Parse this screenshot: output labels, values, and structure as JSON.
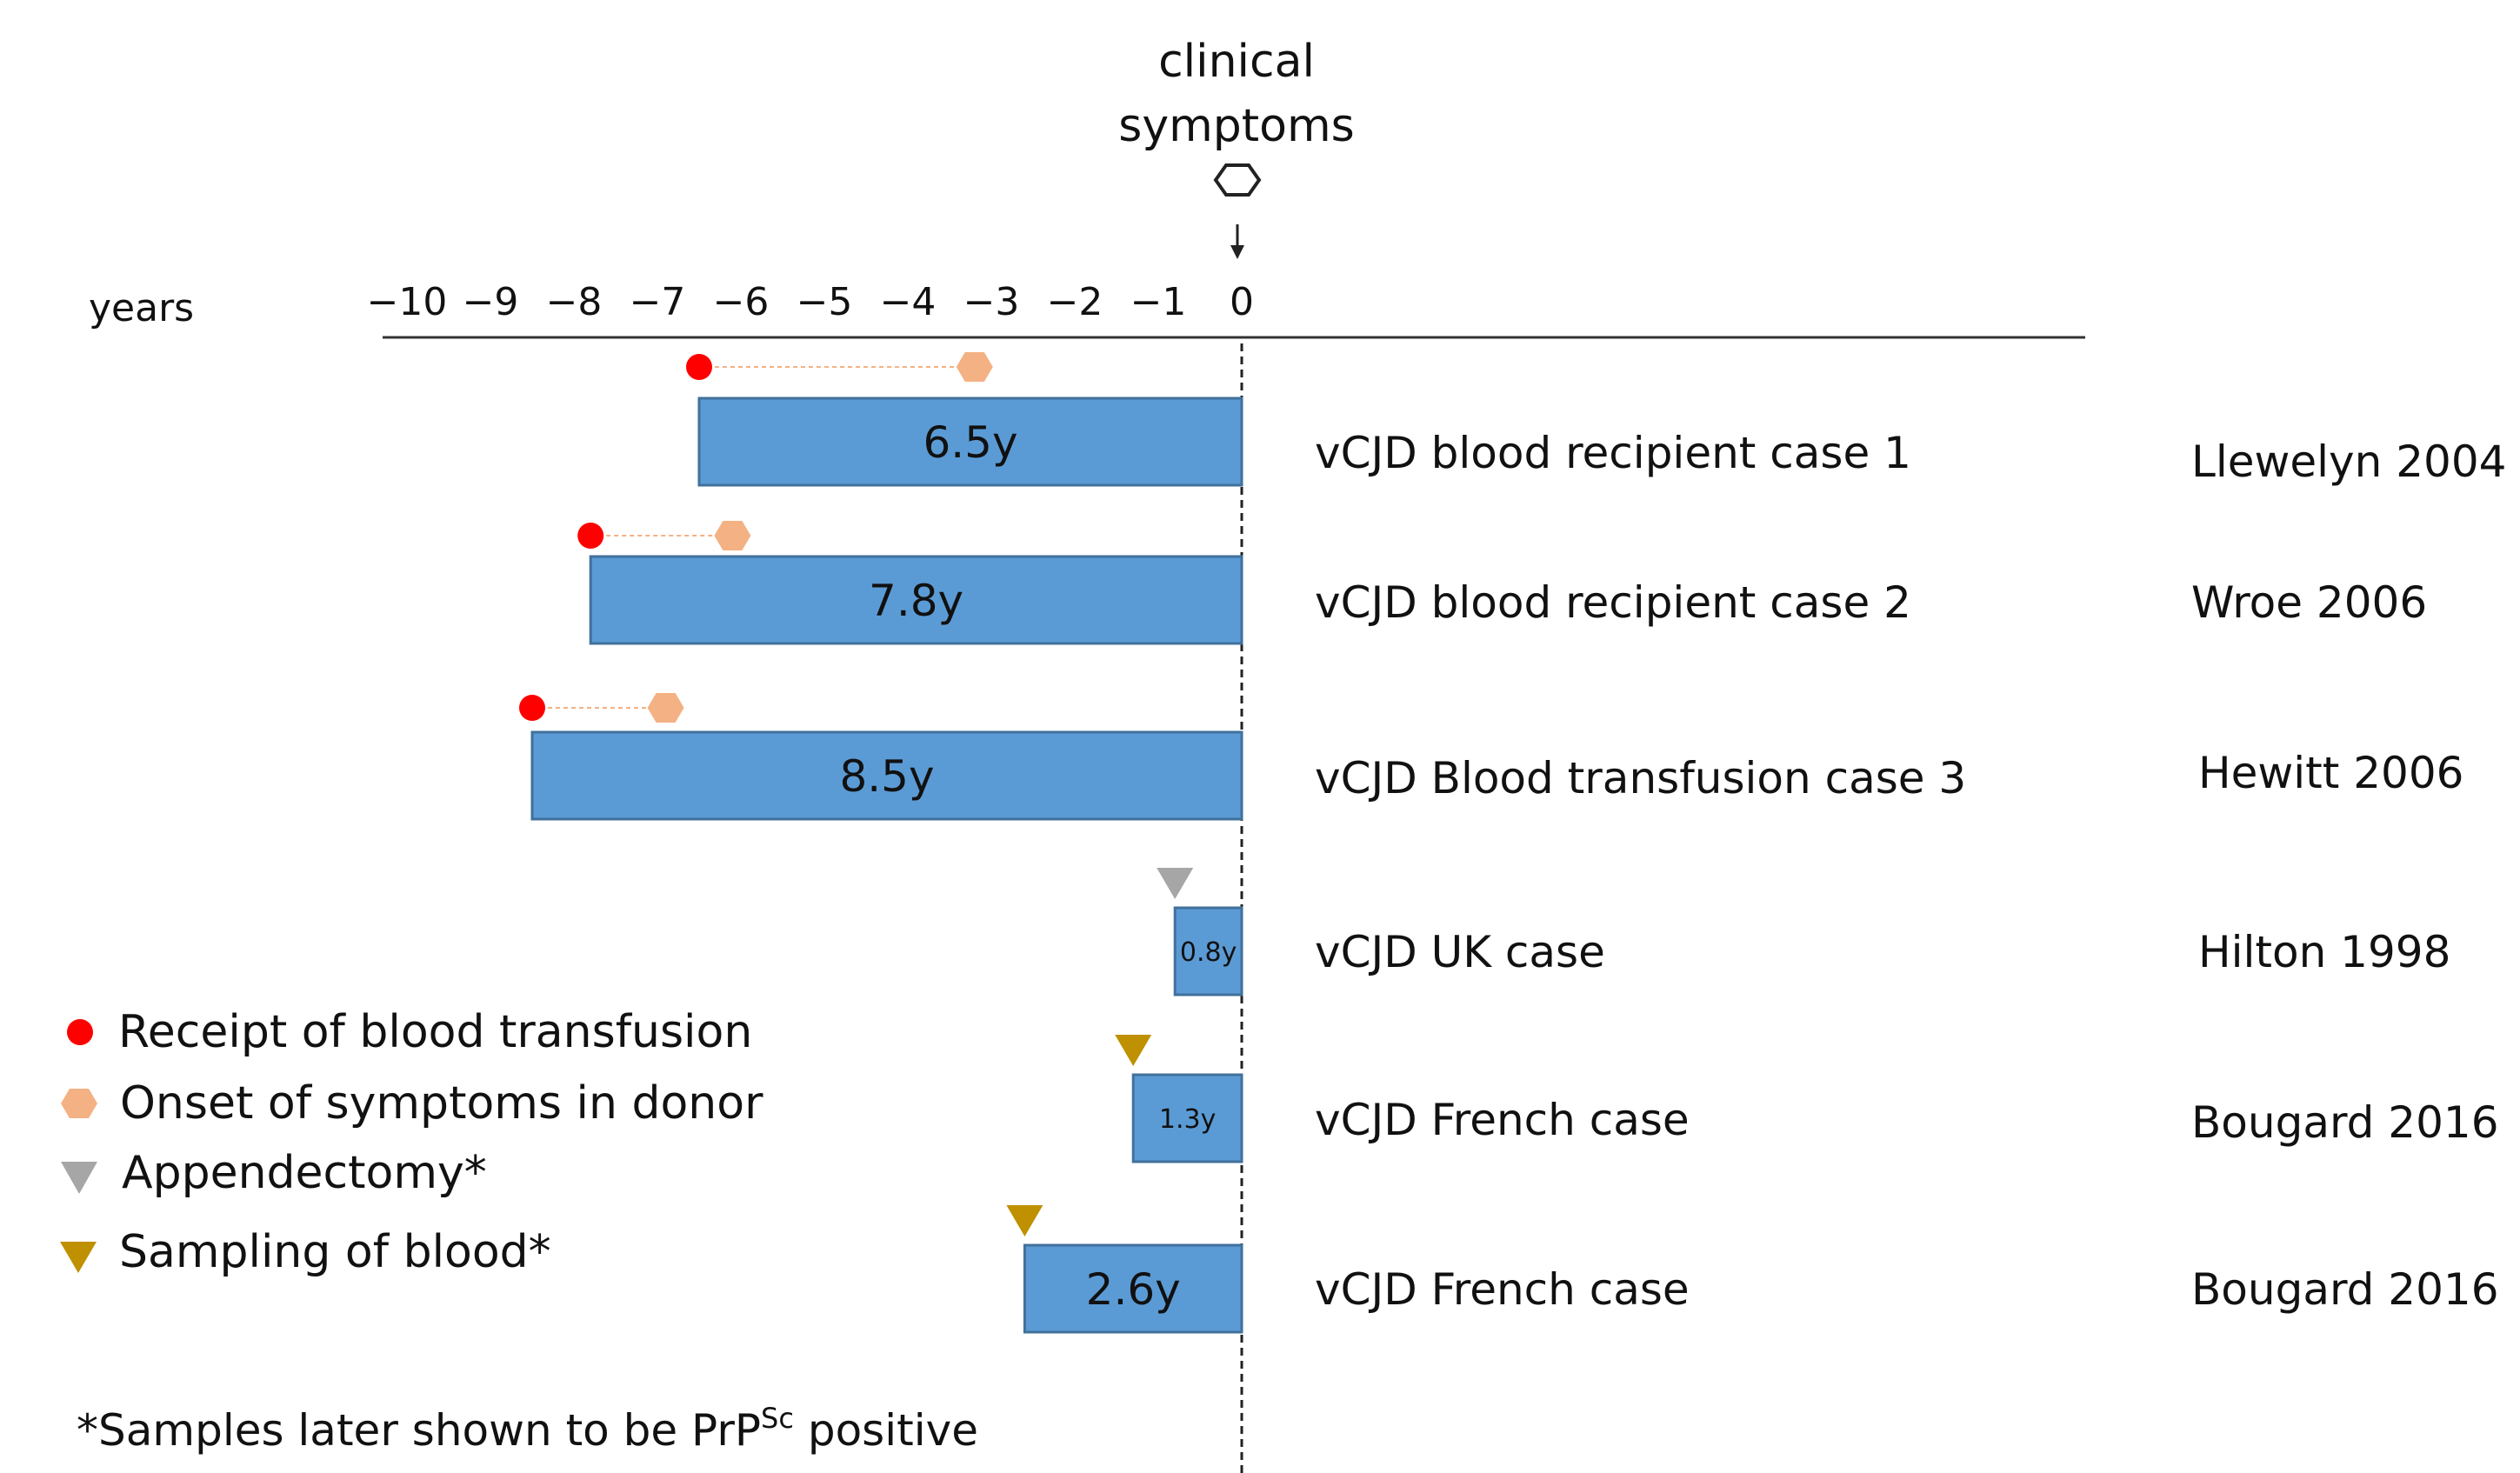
{
  "chart_data": {
    "type": "timeline",
    "header": [
      "clinical",
      "symptoms"
    ],
    "axis": {
      "label": "years",
      "ticks": [
        -10,
        -9,
        -8,
        -7,
        -6,
        -5,
        -4,
        -3,
        -2,
        -1,
        0
      ],
      "tick_labels": [
        "−10",
        "−9",
        "−8",
        "−7",
        "−6",
        "−5",
        "−4",
        "−3",
        "−2",
        "−1",
        "0"
      ]
    },
    "rows": [
      {
        "label": "vCJD blood recipient case 1",
        "reference": "Llewelyn 2004",
        "value": 6.5,
        "value_label": "6.5y",
        "marker": "transfusion",
        "receipt": -6.5,
        "donor_onset": -3.2
      },
      {
        "label": "vCJD blood recipient case 2",
        "reference": "Wroe 2006",
        "value": 7.8,
        "value_label": "7.8y",
        "marker": "transfusion",
        "receipt": -7.8,
        "donor_onset": -6.1
      },
      {
        "label": "vCJD Blood transfusion case 3",
        "reference": "Hewitt 2006",
        "value": 8.5,
        "value_label": "8.5y",
        "marker": "transfusion",
        "receipt": -8.5,
        "donor_onset": -6.9
      },
      {
        "label": "vCJD UK case",
        "reference": "Hilton 1998",
        "value": 0.8,
        "value_label": "0.8y",
        "marker": "appendectomy",
        "event": -0.8
      },
      {
        "label": "vCJD French case",
        "reference": "Bougard 2016",
        "value": 1.3,
        "value_label": "1.3y",
        "marker": "blood_sampling",
        "event": -1.3
      },
      {
        "label": "vCJD French case",
        "reference": "Bougard 2016",
        "value": 2.6,
        "value_label": "2.6y",
        "marker": "blood_sampling",
        "event": -2.6
      }
    ],
    "legend": [
      {
        "key": "transfusion",
        "label": "Receipt of blood transfusion"
      },
      {
        "key": "donor_onset",
        "label": "Onset of symptoms in donor"
      },
      {
        "key": "appendectomy",
        "label": "Appendectomy*"
      },
      {
        "key": "blood_sampling",
        "label": "Sampling of blood*"
      }
    ],
    "footnote": {
      "prefix": "*Samples later shown to be PrP",
      "superscript": "Sc",
      "suffix": " positive"
    },
    "colors": {
      "bar": "#5b9bd5",
      "bar_edge": "#41719c",
      "transfusion": "#ff0000",
      "donor_onset": "#f4b183",
      "appendectomy": "#a6a6a6",
      "blood_sampling": "#bf9000",
      "connector": "#f4b183"
    }
  }
}
